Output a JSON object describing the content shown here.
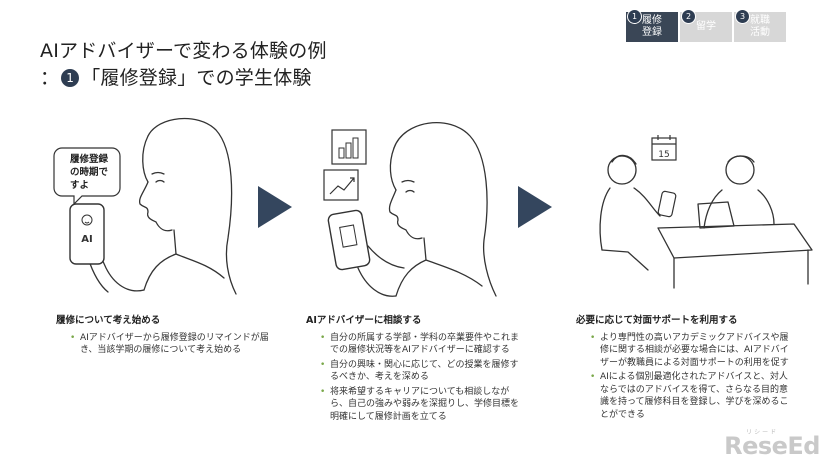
{
  "title": {
    "line1": "AIアドバイザーで変わる体験の例",
    "line2_prefix": "：",
    "line2_num": "1",
    "line2_text": "「履修登録」での学生体験"
  },
  "steps": [
    {
      "num": "1",
      "label": "履修\n登録"
    },
    {
      "num": "2",
      "label": "留学"
    },
    {
      "num": "3",
      "label": "就職\n活動"
    }
  ],
  "bubble": {
    "text": "履修登録\nの時期で\nすよ"
  },
  "phone_label": "AI",
  "calendar_day": "15",
  "columns": [
    {
      "heading": "履修について考え始める",
      "items": [
        "AIアドバイザーから履修登録のリマインドが届き、当該学期の履修について考え始める"
      ]
    },
    {
      "heading": "AIアドバイザーに相談する",
      "items": [
        "自分の所属する学部・学科の卒業要件やこれまでの履修状況等をAIアドバイザーに確認する",
        "自分の興味・関心に応じて、どの授業を履修するべきか、考えを深める",
        "将来希望するキャリアについても相談しながら、自己の強みや弱みを深掘りし、学修目標を明確にして履修計画を立てる"
      ]
    },
    {
      "heading": "必要に応じて対面サポートを利用する",
      "items": [
        "より専門性の高いアカデミックアドバイスや履修に関する相談が必要な場合には、AIアドバイザーが教職員による対面サポートの利用を促す",
        "AIによる個別最適化されたアドバイスと、対人ならではのアドバイスを得て、さらなる目的意識を持って履修科目を登録し、学びを深めることができる"
      ]
    }
  ],
  "logo": {
    "name": "ReseEd",
    "sub": "リシード"
  }
}
